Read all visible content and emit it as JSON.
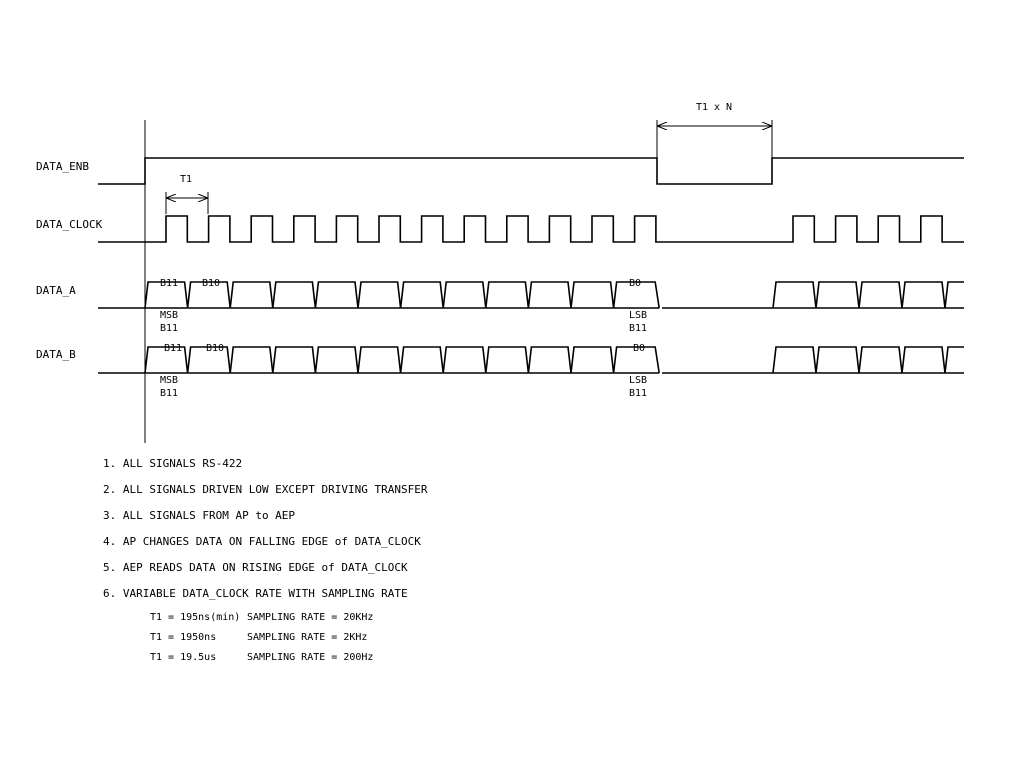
{
  "signals": [
    {
      "id": "enb",
      "label": "DATA_ENB"
    },
    {
      "id": "clock",
      "label": "DATA_CLOCK"
    },
    {
      "id": "a",
      "label": "DATA_A"
    },
    {
      "id": "b",
      "label": "DATA_B"
    }
  ],
  "timing_labels": {
    "t1": "T1",
    "t1xn": "T1 x N"
  },
  "data_lanes": {
    "a": {
      "first_bit": "B11",
      "second_bit": "B10",
      "last_bit": "B0",
      "msb_label": "MSB",
      "msb_bit": "B11",
      "lsb_label": "LSB",
      "lsb_bit": "B11"
    },
    "b": {
      "first_bit": "B11",
      "second_bit": "B10",
      "last_bit": "B0",
      "msb_label": "MSB",
      "msb_bit": "B11",
      "lsb_label": "LSB",
      "lsb_bit": "B11"
    }
  },
  "notes": [
    "1. ALL SIGNALS RS-422",
    "2. ALL SIGNALS DRIVEN LOW EXCEPT DRIVING TRANSFER",
    "3. ALL SIGNALS FROM AP to AEP",
    "4. AP CHANGES DATA ON FALLING EDGE of DATA_CLOCK",
    "5. AEP READS DATA ON RISING EDGE of DATA_CLOCK",
    "6. VARIABLE DATA_CLOCK RATE WITH SAMPLING RATE"
  ],
  "timing_table": [
    {
      "t1": "T1 = 195ns(min)",
      "rate": "SAMPLING RATE = 20KHz"
    },
    {
      "t1": "T1 = 1950ns",
      "rate": "SAMPLING RATE = 2KHz"
    },
    {
      "t1": "T1 = 19.5us",
      "rate": "SAMPLING RATE = 200Hz"
    }
  ]
}
